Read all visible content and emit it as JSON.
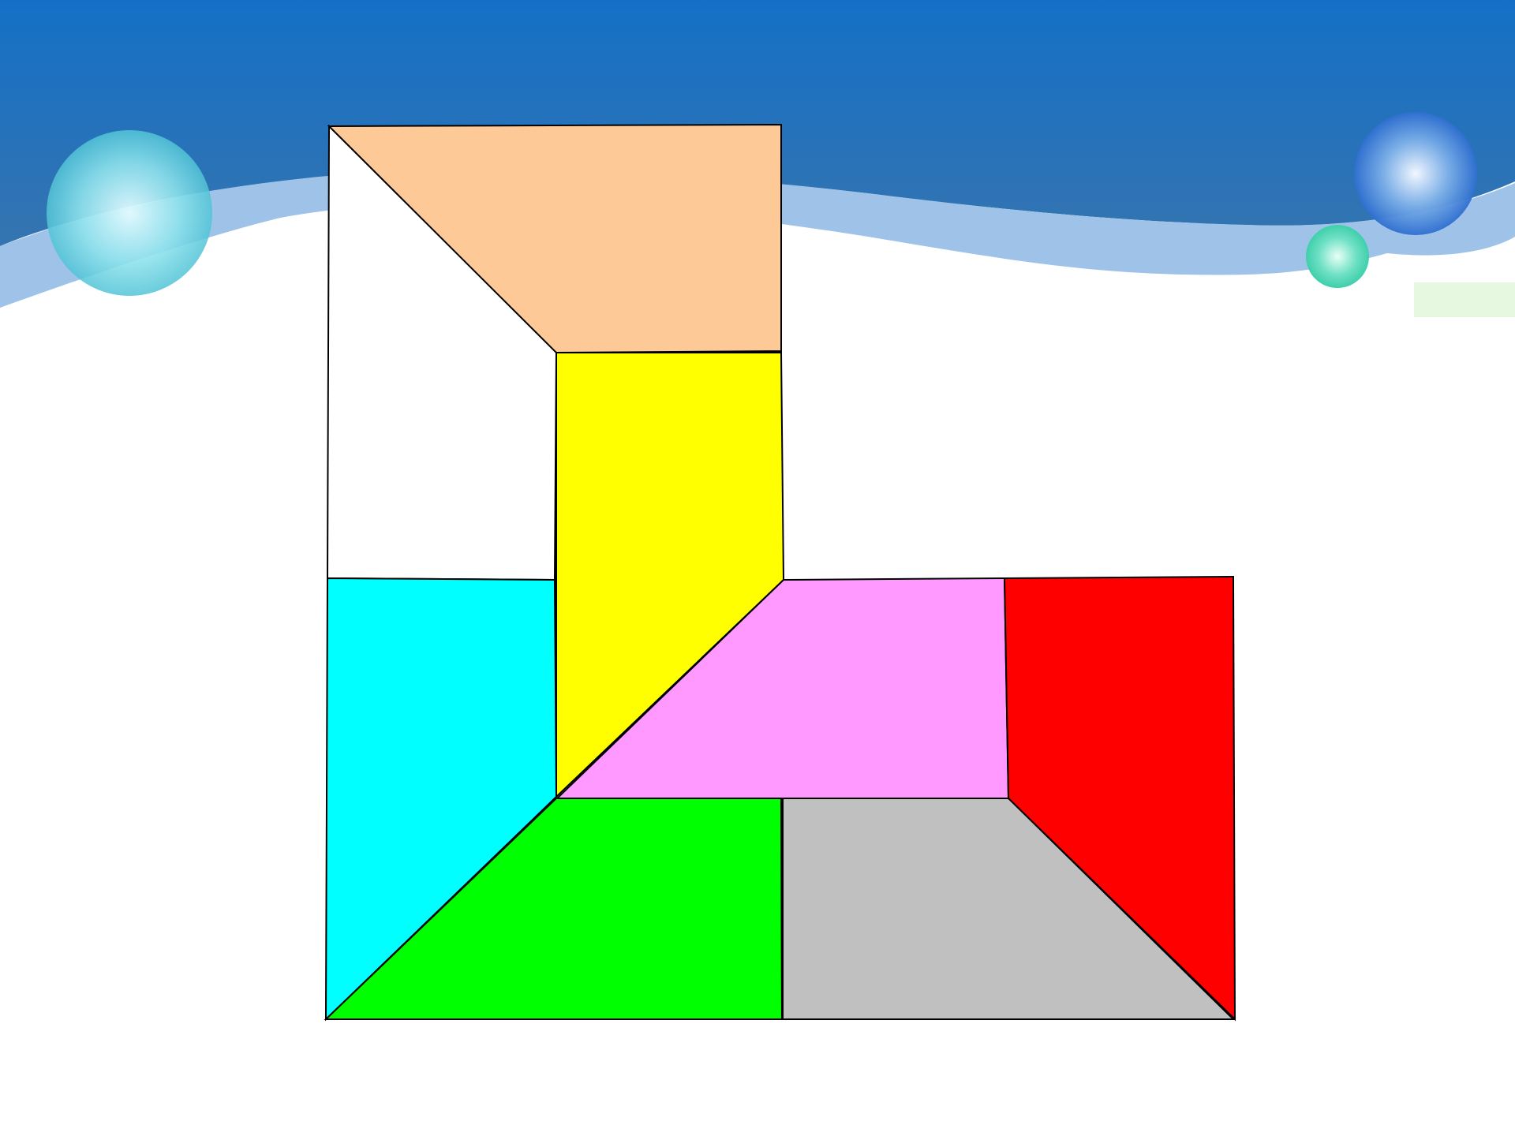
{
  "slide": {
    "header_colors": {
      "top": "#1470c6",
      "bottom": "#3574b0",
      "wave": "#9fc3e8"
    },
    "bubble_colors": [
      "#7fdce4",
      "#5d9de0",
      "#4fd6b6"
    ],
    "accent_tag_color": "#e6f8e0"
  },
  "puzzle": {
    "outline_color": "#000000",
    "pieces": [
      {
        "name": "white-trapezoid",
        "color": "#ffffff"
      },
      {
        "name": "peach-trapezoid",
        "color": "#fdc996"
      },
      {
        "name": "yellow-trapezoid",
        "color": "#ffff00"
      },
      {
        "name": "cyan-trapezoid",
        "color": "#00ffff"
      },
      {
        "name": "pink-trapezoid",
        "color": "#ff99ff"
      },
      {
        "name": "red-trapezoid",
        "color": "#ff0000"
      },
      {
        "name": "green-trapezoid",
        "color": "#00ff00"
      },
      {
        "name": "gray-trapezoid",
        "color": "#c0c0c0"
      }
    ]
  }
}
